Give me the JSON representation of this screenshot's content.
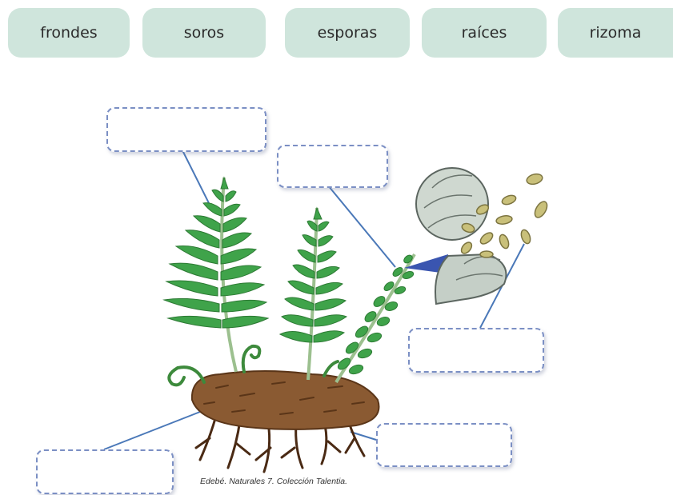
{
  "word_bank": [
    "frondes",
    "soros",
    "esporas",
    "raíces",
    "rizoma"
  ],
  "answer_boxes": [
    "",
    "",
    "",
    "",
    ""
  ],
  "credit": "Edebé. Naturales 7. Colección Talentia.",
  "colors": {
    "chip": "#cfe5dc",
    "box_border": "#7b8fc4",
    "leader_line": "#4a78b8",
    "frond_green": "#3fa34a",
    "rhizome_brown": "#8a5a32",
    "spore": "#c9c07a"
  }
}
